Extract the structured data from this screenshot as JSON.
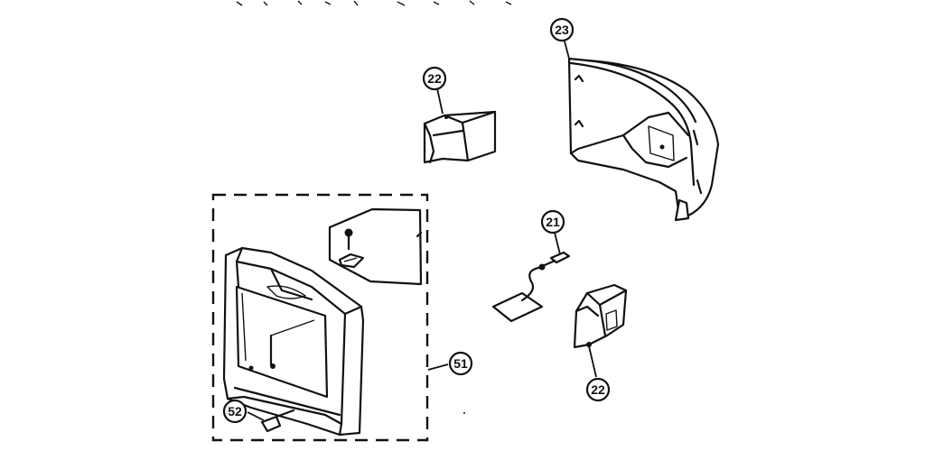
{
  "callouts": {
    "c23": "23",
    "c22_top": "22",
    "c21": "21",
    "c22_bottom": "22",
    "c51": "51",
    "c52": "52"
  }
}
